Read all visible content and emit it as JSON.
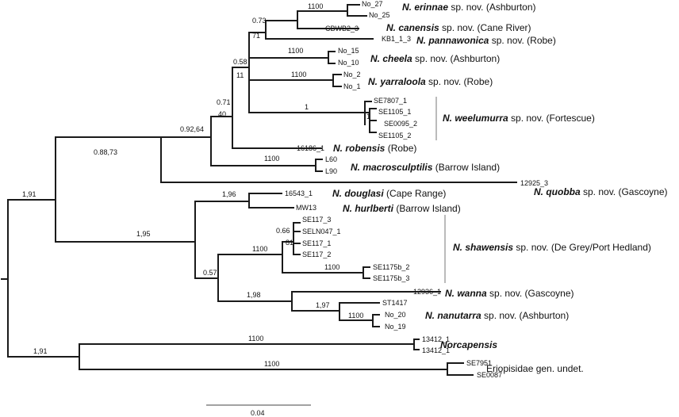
{
  "tips": {
    "no27": "No_27",
    "no25": "No_25",
    "cbwb2_3": "CBWB2_3",
    "kb1_1_3": "KB1_1_3",
    "no15": "No_15",
    "no10": "No_10",
    "no2": "No_2",
    "no1": "No_1",
    "se7807_1": "SE7807_1",
    "se1105_1": "SE1105_1",
    "se0095_2": "SE0095_2",
    "se1105_2": "SE1105_2",
    "t16186_1": "16186_1",
    "l60": "L60",
    "l90": "L90",
    "t12925_3": "12925_3",
    "t16543_1": "16543_1",
    "mw13": "MW13",
    "se117_3": "SE117_3",
    "seln047_1": "SELN047_1",
    "se117_1": "SE117_1",
    "se117_2": "SE117_2",
    "se1175b_2": "SE1175b_2",
    "se1175b_3": "SE1175b_3",
    "t12936_1": "12936_1",
    "st1417": "ST1417",
    "no20": "No_20",
    "no19": "No_19",
    "t13412_1a": "13412_1",
    "t13412_1b": "13412_1",
    "se7951": "SE7951",
    "se0087": "SE0087"
  },
  "support": {
    "erinnae_pair": "1100",
    "erinnae_canensis": "0.73",
    "pannawonica": "71",
    "cheela": "1100",
    "node_058": "0.58",
    "node_11": "11",
    "yarraloola": "1100",
    "weelumurra": "1",
    "weelumurra_inner": "1",
    "node_071": "0.71",
    "node_40": "40",
    "node_09264": "0.92,64",
    "macrosculptilis": "1100",
    "node_08873": "0.88,73",
    "root_lower": "1,91",
    "node_195": "1,95",
    "douglasi": "1,96",
    "node_066": "0.66",
    "node_81": "81",
    "shawensis": "1100",
    "shawensis_b": "1100",
    "node_057": "0.57",
    "node_198": "1,98",
    "nanutarra_outer": "1,97",
    "nanutarra": "1100",
    "norcapensis": "1100",
    "outgroup_pair": "1,91",
    "eriopisidae": "1100"
  },
  "taxa": [
    {
      "key": "erinnae",
      "genus": "N. erinnae",
      "rest": " sp. nov. (Ashburton)"
    },
    {
      "key": "canensis",
      "genus": "N. canensis",
      "rest": " sp. nov. (Cane River)"
    },
    {
      "key": "pannawonica",
      "genus": "N. pannawonica",
      "rest": " sp. nov. (Robe)"
    },
    {
      "key": "cheela",
      "genus": "N. cheela",
      "rest": " sp. nov. (Ashburton)"
    },
    {
      "key": "yarraloola",
      "genus": "N. yarraloola",
      "rest": " sp. nov. (Robe)"
    },
    {
      "key": "weelumurra",
      "genus": "N. weelumurra",
      "rest": " sp. nov. (Fortescue)"
    },
    {
      "key": "robensis",
      "genus": "N. robensis",
      "rest": " (Robe)"
    },
    {
      "key": "macrosculptilis",
      "genus": "N. macrosculptilis",
      "rest": " (Barrow Island)"
    },
    {
      "key": "quobba",
      "genus": "N. quobba",
      "rest": " sp. nov. (Gascoyne)"
    },
    {
      "key": "douglasi",
      "genus": "N. douglasi",
      "rest": " (Cape Range)"
    },
    {
      "key": "hurlberti",
      "genus": "N. hurlberti",
      "rest": " (Barrow Island)"
    },
    {
      "key": "shawensis",
      "genus": "N. shawensis",
      "rest": " sp. nov. (De Grey/Port Hedland)"
    },
    {
      "key": "wanna",
      "genus": "N. wanna",
      "rest": " sp. nov. (Gascoyne)"
    },
    {
      "key": "nanutarra",
      "genus": "N. nanutarra",
      "rest": " sp. nov. (Ashburton)"
    },
    {
      "key": "norcapensis",
      "genus": "Norcapensis",
      "rest": ""
    },
    {
      "key": "eriopisidae",
      "genus": "",
      "rest": "Eriopisidae gen. undet."
    }
  ],
  "scale_bar": {
    "label": "0.04"
  }
}
